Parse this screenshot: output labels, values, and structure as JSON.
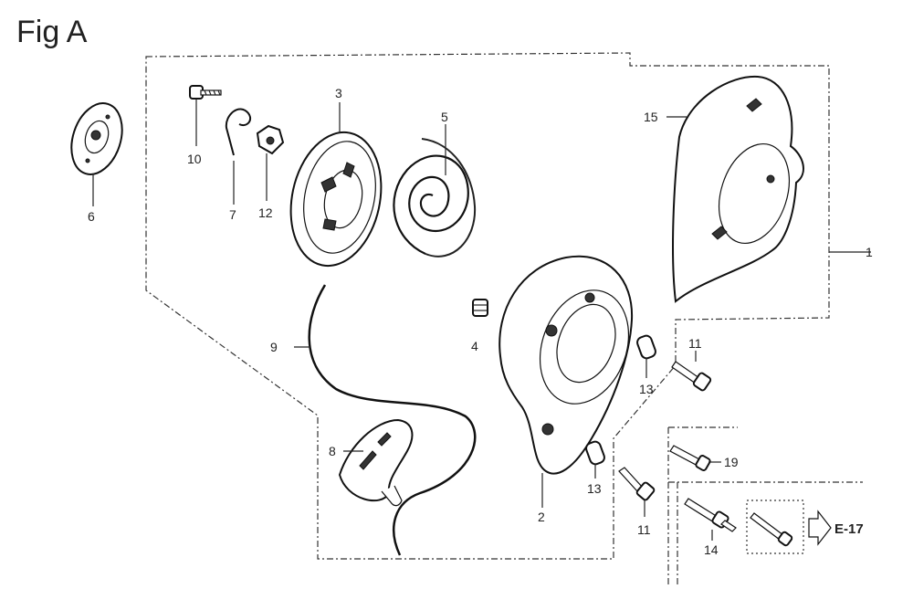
{
  "title": "Fig A",
  "reference": "E-17",
  "parts": [
    {
      "id": "p1",
      "label": "1"
    },
    {
      "id": "p2",
      "label": "2"
    },
    {
      "id": "p3",
      "label": "3"
    },
    {
      "id": "p4",
      "label": "4"
    },
    {
      "id": "p5",
      "label": "5"
    },
    {
      "id": "p6",
      "label": "6"
    },
    {
      "id": "p7",
      "label": "7"
    },
    {
      "id": "p8",
      "label": "8"
    },
    {
      "id": "p9",
      "label": "9"
    },
    {
      "id": "p10",
      "label": "10"
    },
    {
      "id": "p11a",
      "label": "11"
    },
    {
      "id": "p11b",
      "label": "11"
    },
    {
      "id": "p12",
      "label": "12"
    },
    {
      "id": "p13a",
      "label": "13"
    },
    {
      "id": "p13b",
      "label": "13"
    },
    {
      "id": "p14",
      "label": "14"
    },
    {
      "id": "p15",
      "label": "15"
    },
    {
      "id": "p19",
      "label": "19"
    }
  ]
}
